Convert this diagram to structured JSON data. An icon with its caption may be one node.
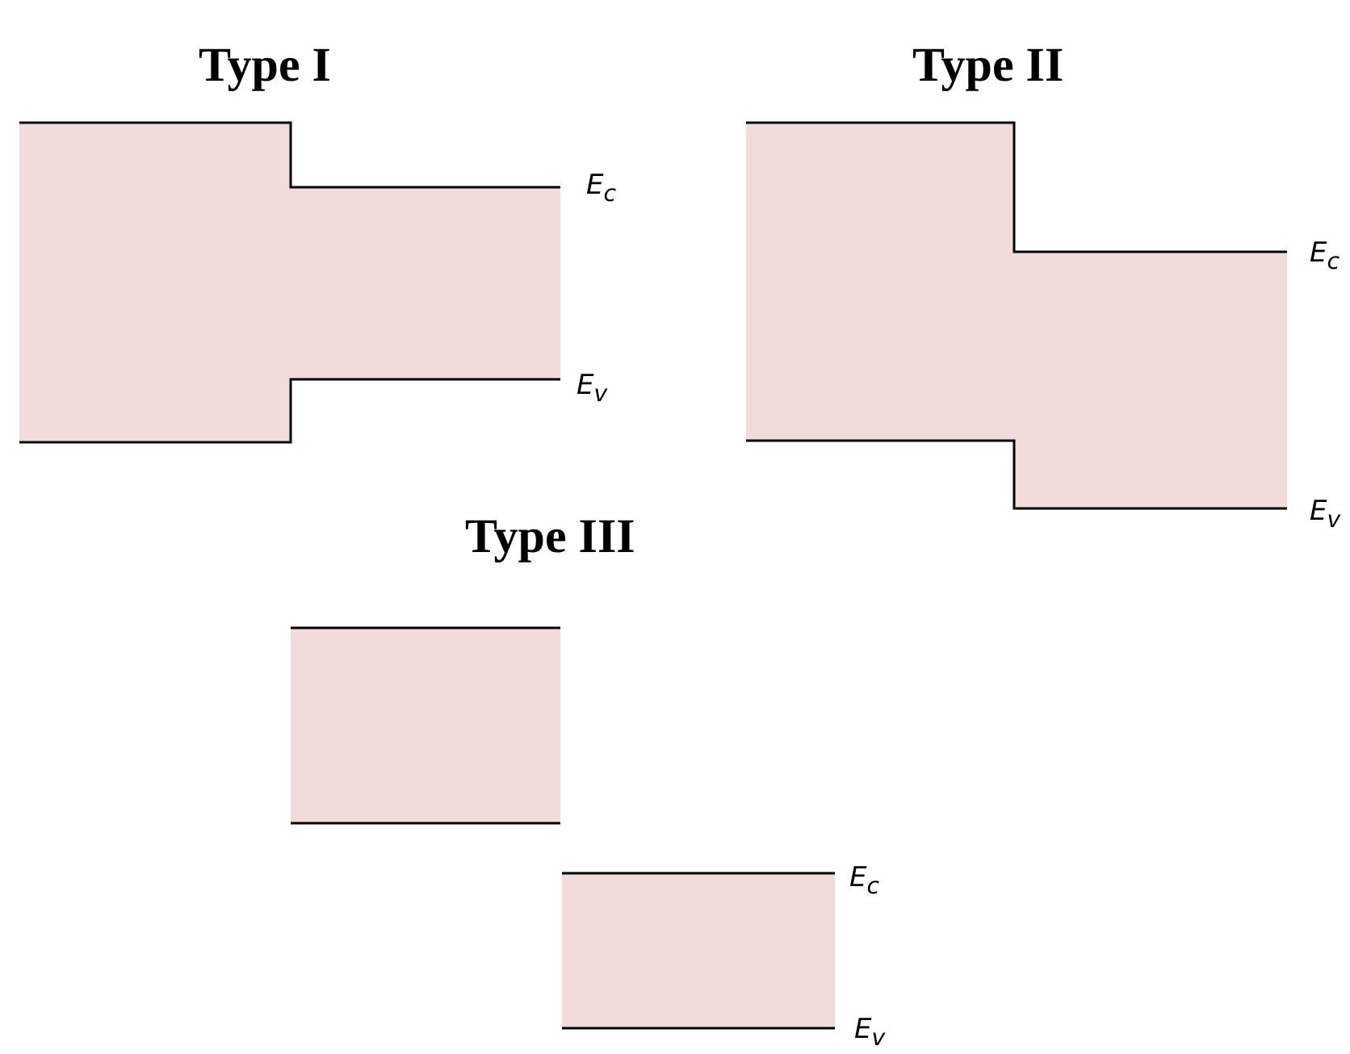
{
  "diagram": {
    "labels": [
      "Type I",
      "Type II",
      "E$_{c}$",
      "E$_{v}$",
      "E$_{c}$",
      "E$_{v}$",
      "Type III",
      "E$_{c}$",
      "E$_{v}$"
    ]
  }
}
